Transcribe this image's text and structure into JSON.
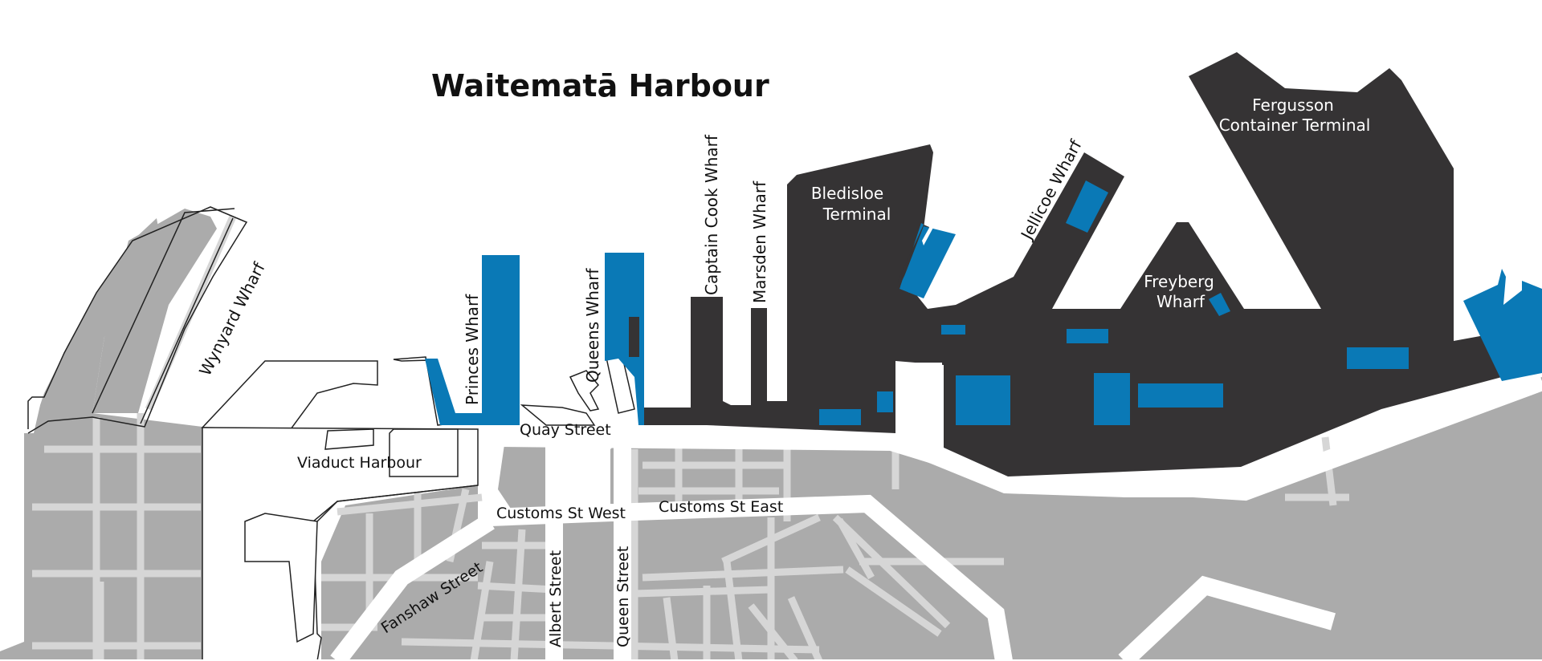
{
  "map": {
    "title": "Waitematā Harbour",
    "colors": {
      "water": "#ffffff",
      "land": "#ababab",
      "roads": "#d6d6d6",
      "port": "#353334",
      "sheds": "#0a79b6",
      "outline": "#222222"
    },
    "wharves": {
      "wynyard": "Wynyard Wharf",
      "princes": "Princes Wharf",
      "queens": "Queens Wharf",
      "captain_cook": "Captain Cook Wharf",
      "marsden": "Marsden Wharf",
      "bledisloe_1": "Bledisloe",
      "bledisloe_2": "Terminal",
      "jellicoe": "Jellicoe Wharf",
      "freyberg_1": "Freyberg",
      "freyberg_2": "Wharf",
      "fergusson_1": "Fergusson",
      "fergusson_2": "Container Terminal"
    },
    "streets": {
      "quay": "Quay Street",
      "viaduct": "Viaduct Harbour",
      "customs_west": "Customs St West",
      "customs_east": "Customs St East",
      "fanshaw": "Fanshaw Street",
      "albert": "Albert Street",
      "queen": "Queen Street"
    }
  }
}
